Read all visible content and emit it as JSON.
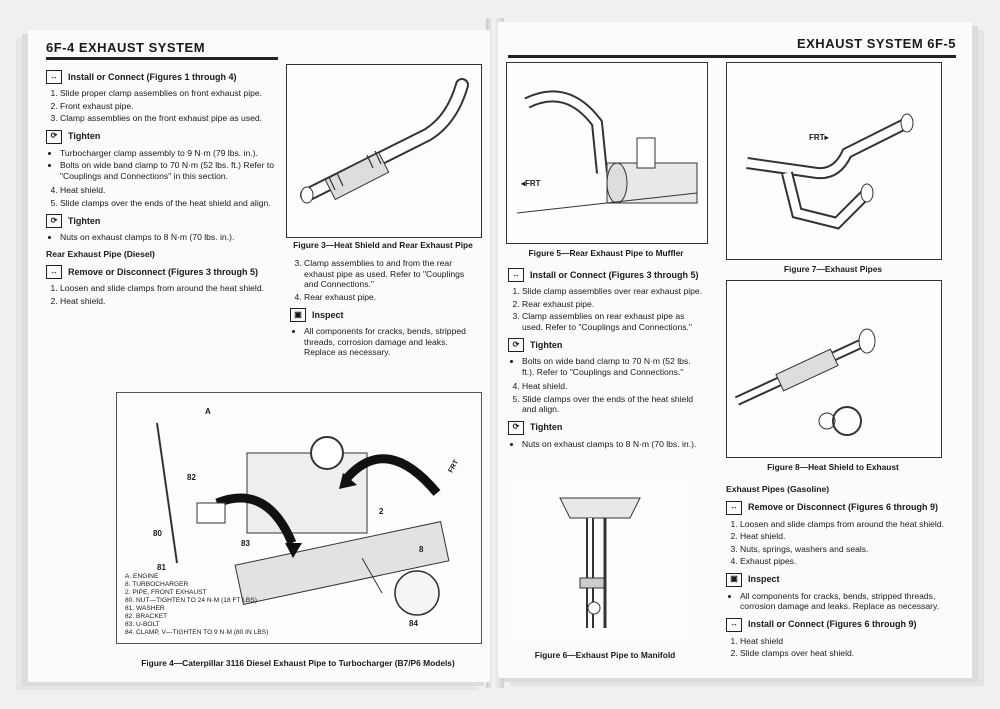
{
  "left_page": {
    "header": "6F-4  EXHAUST SYSTEM",
    "install": {
      "title": "Install or Connect (Figures 1 through 4)",
      "steps": [
        "Slide proper clamp assemblies on front exhaust pipe.",
        "Front exhaust pipe.",
        "Clamp assemblies on the front exhaust pipe as used."
      ]
    },
    "tighten1": {
      "title": "Tighten",
      "bullets": [
        "Turbocharger clamp assembly to 9 N·m (79 lbs. in.).",
        "Bolts on wide band clamp to 70 N·m (52 lbs. ft.) Refer to \"Couplings and Connections\" in this section."
      ]
    },
    "steps2": [
      "Heat shield.",
      "Slide clamps over the ends of the heat shield and align."
    ],
    "tighten2": {
      "title": "Tighten",
      "bullets": [
        "Nuts on exhaust clamps to 8 N·m (70 lbs. in.)."
      ]
    },
    "rear_title": "Rear Exhaust Pipe (Diesel)",
    "remove": {
      "title": "Remove or Disconnect (Figures 3 through 5)",
      "steps": [
        "Loosen and slide clamps from around the heat shield.",
        "Heat shield."
      ]
    },
    "fig3_caption": "Figure 3—Heat Shield and Rear Exhaust Pipe",
    "col2_steps": [
      "Clamp assemblies to and from the rear exhaust pipe as used. Refer to \"Couplings and Connections.\"",
      "Rear exhaust pipe."
    ],
    "inspect": {
      "title": "Inspect",
      "bullets": [
        "All components for cracks, bends, stripped threads, corrosion damage and leaks. Replace as necessary."
      ]
    },
    "fig4_labels": {
      "a": "A",
      "n82": "82",
      "n80": "80",
      "n81": "81",
      "n83": "83",
      "n2": "2",
      "n84": "84",
      "n8": "8",
      "frt": "FRT"
    },
    "fig4_legend": [
      "A. ENGINE",
      "8. TURBOCHARGER",
      "2. PIPE, FRONT EXHAUST",
      "80. NUT—TIGHTEN TO 24 N·m (18 FT LBS)",
      "81. WASHER",
      "82. BRACKET",
      "83. U-BOLT",
      "84. CLAMP, V—TIGHTEN TO 9 N·m (80 IN LBS)"
    ],
    "fig4_caption": "Figure 4—Caterpillar 3116 Diesel Exhaust Pipe to Turbocharger (B7/P6 Models)"
  },
  "right_page": {
    "header": "EXHAUST SYSTEM  6F-5",
    "fig5_frt": "FRT",
    "fig5_caption": "Figure 5—Rear Exhaust Pipe to Muffler",
    "install": {
      "title": "Install or Connect (Figures 3 through 5)",
      "steps": [
        "Slide clamp assemblies over rear exhaust pipe.",
        "Rear exhaust pipe.",
        "Clamp assemblies on rear exhaust pipe as used. Refer to \"Couplings and Connections.\""
      ]
    },
    "tighten1": {
      "title": "Tighten",
      "bullets": [
        "Bolts on wide band clamp to 70 N·m (52 lbs. ft.). Refer to \"Couplings and Connections.\""
      ]
    },
    "steps2": [
      "Heat shield.",
      "Slide clamps over the ends of the heat shield and align."
    ],
    "tighten2": {
      "title": "Tighten",
      "bullets": [
        "Nuts on exhaust clamps to 8 N·m (70 lbs. in.)."
      ]
    },
    "fig6_caption": "Figure 6—Exhaust Pipe to Manifold",
    "fig7_frt": "FRT",
    "fig7_caption": "Figure 7—Exhaust Pipes",
    "fig8_caption": "Figure 8—Heat Shield to Exhaust",
    "gas_title": "Exhaust Pipes (Gasoline)",
    "remove": {
      "title": "Remove or Disconnect (Figures 6 through 9)",
      "steps": [
        "Loosen and slide clamps from around the heat shield.",
        "Heat shield.",
        "Nuts, springs, washers and seals.",
        "Exhaust pipes."
      ]
    },
    "inspect": {
      "title": "Inspect",
      "bullets": [
        "All components for cracks, bends, stripped threads, corrosion damage and leaks. Replace as necessary."
      ]
    },
    "install2": {
      "title": "Install or Connect (Figures 6 through 9)",
      "steps": [
        "Heat shield",
        "Slide clamps over heat shield."
      ]
    }
  }
}
